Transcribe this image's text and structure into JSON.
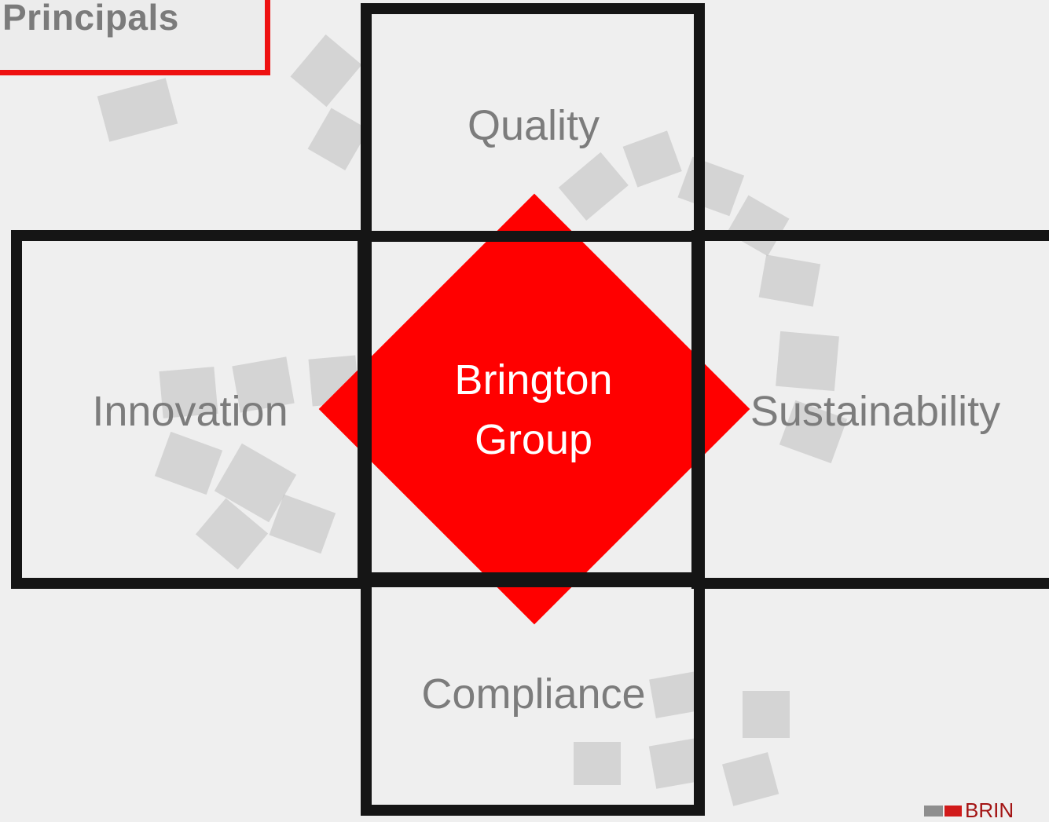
{
  "slide": {
    "title": "Principals"
  },
  "diagram": {
    "center": {
      "line1": "Brington",
      "line2": "Group"
    },
    "top": "Quality",
    "left": "Innovation",
    "right": "Sustainability",
    "bottom": "Compliance"
  },
  "logo": {
    "text": "BRIN"
  },
  "colors": {
    "background": "#efefef",
    "accent_red": "#ff0000",
    "box_border": "#151515",
    "label_gray": "#7c7c7c",
    "title_border": "#ee1111"
  }
}
